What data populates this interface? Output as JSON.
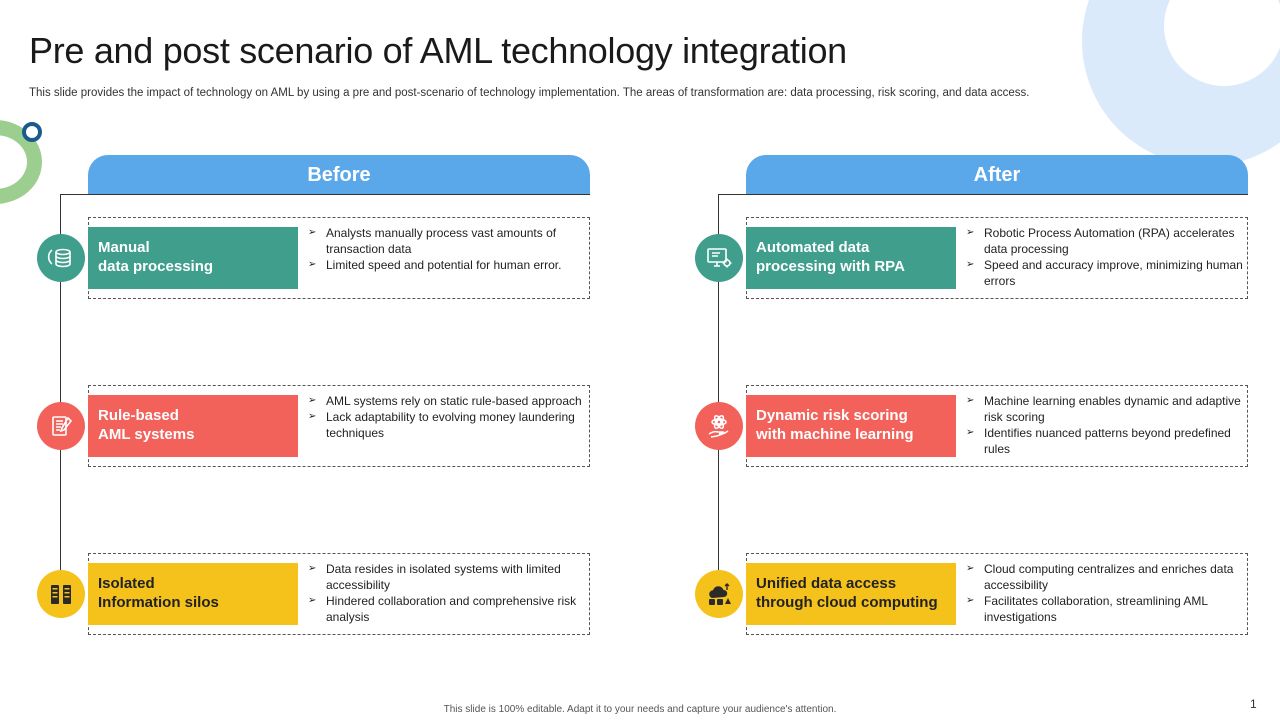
{
  "slide": {
    "title": "Pre and post scenario of AML technology integration",
    "subtitle": "This slide provides the impact of technology on AML  by using a pre and post-scenario of technology implementation. The areas of transformation are: data processing, risk scoring, and data access.",
    "footer": "This slide is 100% editable.  Adapt it to your needs and capture your audience's attention.",
    "page_number": "1"
  },
  "colors": {
    "header_blue": "#5aa7ea",
    "green": "#3f9e8c",
    "red": "#f2625b",
    "yellow": "#f5c21b"
  },
  "before": {
    "header": "Before",
    "rows": [
      {
        "label_line1": "Manual",
        "label_line2": "data processing",
        "icon": "database-icon",
        "color": "green",
        "bullets": [
          "Analysts manually process vast amounts of transaction data",
          "Limited speed and potential for human error."
        ]
      },
      {
        "label_line1": "Rule-based",
        "label_line2": "AML systems",
        "icon": "rulebook-icon",
        "color": "red",
        "bullets": [
          "AML systems rely on static rule-based approach",
          "Lack adaptability to evolving  money laundering techniques"
        ]
      },
      {
        "label_line1": "Isolated",
        "label_line2": "Information silos",
        "icon": "server-silos-icon",
        "color": "yellow",
        "bullets": [
          "Data resides in isolated systems with limited accessibility",
          "Hindered collaboration and comprehensive risk analysis"
        ]
      }
    ]
  },
  "after": {
    "header": "After",
    "rows": [
      {
        "label_line1": "Automated data",
        "label_line2": "processing with RPA",
        "icon": "automation-monitor-icon",
        "color": "green",
        "bullets": [
          "Robotic Process Automation (RPA) accelerates data processing",
          "Speed and accuracy improve,  minimizing human errors"
        ]
      },
      {
        "label_line1": "Dynamic risk scoring",
        "label_line2": "with machine learning",
        "icon": "ml-hand-icon",
        "color": "red",
        "bullets": [
          "Machine learning enables dynamic and adaptive  risk scoring",
          "Identifies nuanced patterns beyond predefined  rules"
        ]
      },
      {
        "label_line1": "Unified data access",
        "label_line2": "through cloud computing",
        "icon": "cloud-data-icon",
        "color": "yellow",
        "bullets": [
          "Cloud computing centralizes and enriches data accessibility",
          "Facilitates collaboration,  streamlining AML investigations"
        ]
      }
    ]
  }
}
